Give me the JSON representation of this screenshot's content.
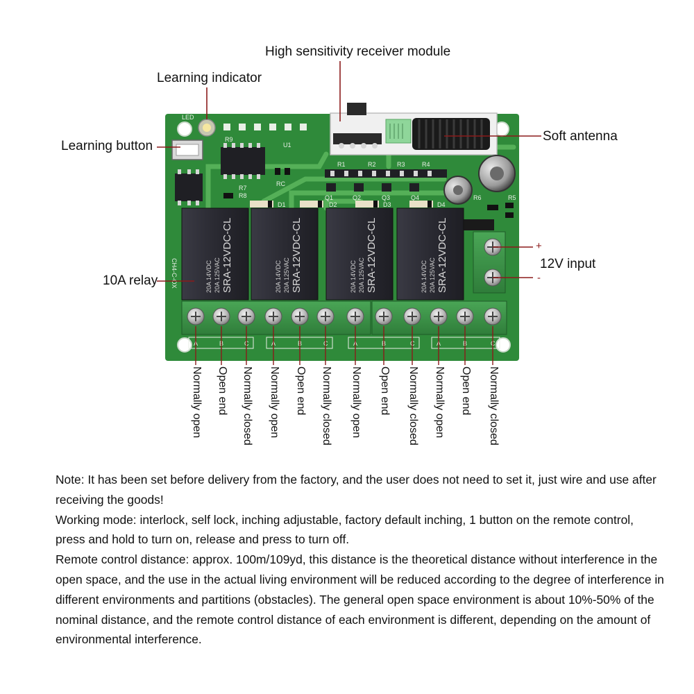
{
  "callouts": {
    "receiver_module": "High sensitivity receiver module",
    "learning_indicator": "Learning indicator",
    "learning_button": "Learning button",
    "soft_antenna": "Soft antenna",
    "relay": "10A relay",
    "power_plus": "+",
    "power_input": "12V input",
    "power_minus": "-"
  },
  "board": {
    "led_label": "LED",
    "r9_label": "R9",
    "u1_label": "U1",
    "rc_label": "RC",
    "r7_label": "R7",
    "r8_label": "R8",
    "resistor_labels": [
      "R1",
      "R2",
      "R3",
      "R4"
    ],
    "transistor_labels": [
      "Q1",
      "Q2",
      "Q3",
      "Q4"
    ],
    "diode_labels": [
      "D1",
      "D2",
      "D3",
      "D4"
    ],
    "r6_label": "R6",
    "r5_label": "R5",
    "relay_model": "SRA-12VDC-CL",
    "relay_rating_1": "20A 14VDC",
    "relay_rating_2": "20A 125VAC",
    "side_text": "CH4-C-OX",
    "terminal_group_letters": [
      "A",
      "B",
      "C"
    ]
  },
  "terminals": [
    "Normally open",
    "Open end",
    "Normally closed",
    "Normally open",
    "Open end",
    "Normally closed",
    "Normally open",
    "Open end",
    "Normally closed",
    "Normally open",
    "Open end",
    "Normally closed"
  ],
  "notes": [
    "Note: It has been set before delivery from the factory, and the user does not need to set it, just wire and use after receiving the goods!",
    "Working mode: interlock, self lock, inching adjustable, factory default inching, 1 button on the remote control, press and hold to turn on, release and press to turn off.",
    "Remote control distance: approx. 100m/109yd, this distance is the theoretical distance without interference in the open space, and the use in the actual living environment will be reduced according to the degree of interference in different environments and partitions (obstacles). The general open space environment is about 10%-50% of the nominal distance, and the remote control distance of each environment is different, depending on the amount of environmental interference."
  ],
  "colors": {
    "pcb": "#2f8a3a",
    "pcb_trace": "#55b058",
    "relay": "#2c2c34",
    "terminal": "#3f9a4a",
    "callout_line": "#8b1a1a"
  }
}
